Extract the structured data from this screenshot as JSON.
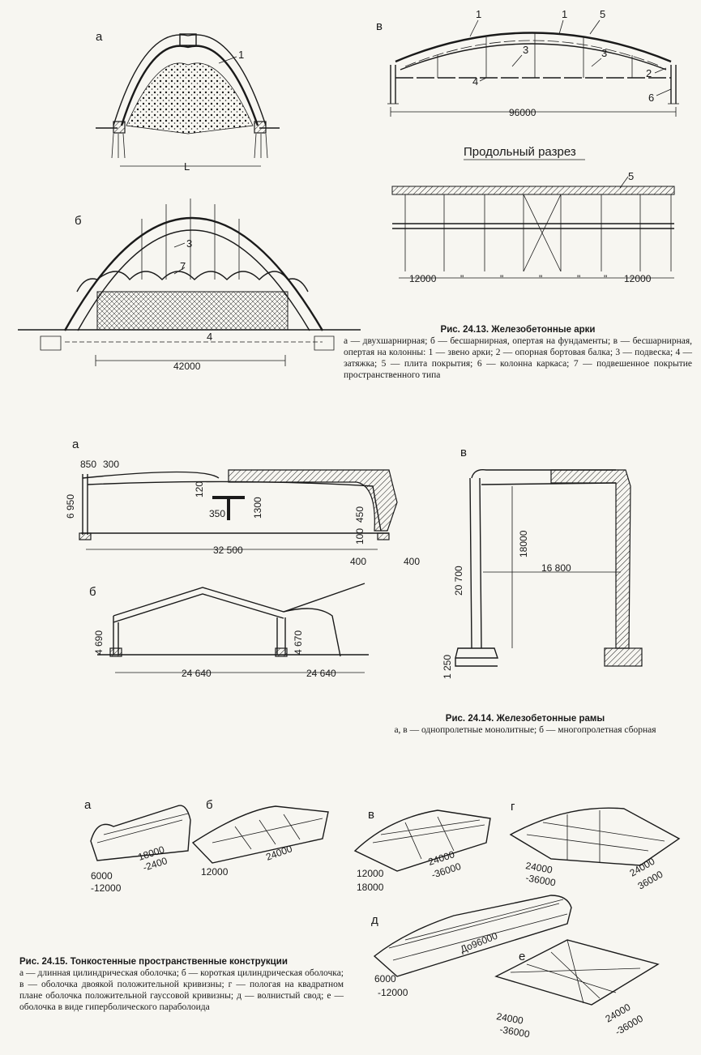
{
  "fig13": {
    "a": {
      "letter": "а",
      "callout1": "1",
      "span": "L"
    },
    "b": {
      "letter": "б",
      "callout3": "3",
      "callout7": "7",
      "callout4": "4",
      "span": "42000"
    },
    "v": {
      "letter": "в",
      "callouts": [
        "1",
        "1",
        "5",
        "3",
        "3",
        "4",
        "2",
        "6"
      ],
      "span": "96000",
      "section_title": "Продольный разрез",
      "callout5": "5",
      "bay_left": "12000",
      "bay_marks": [
        "\"",
        "\"",
        "\"",
        "\"",
        "\"",
        "\""
      ],
      "bay_right": "12000"
    },
    "caption": {
      "title": "Рис. 24.13. Железобетонные арки",
      "body": "а — двухшарнирная; б — бесшарнирная, опертая на фундаменты; в — бесшарнирная, опертая на колонны: 1 — звено арки; 2 — опорная бортовая балка; 3 — подвеска; 4 — затяжка; 5 — плита покрытия; 6 — колонна каркаса; 7 — подвешенное покрытие пространственного типа"
    }
  },
  "fig14": {
    "a": {
      "letter": "а",
      "d1": "850",
      "d2": "300",
      "height": "6 950",
      "beam_t": "120",
      "beam_h": "1300",
      "beam_w": "350",
      "d450": "450",
      "d100": "100",
      "span": "32 500",
      "d400a": "400",
      "d400b": "400"
    },
    "b": {
      "letter": "б",
      "h1": "4 690",
      "h2": "4 670",
      "span1": "24 640",
      "span2": "24 640"
    },
    "v": {
      "letter": "в",
      "height": "20 700",
      "inner": "18000",
      "span": "16 800",
      "base": "1 250"
    },
    "caption": {
      "title": "Рис. 24.14. Железобетонные рамы",
      "body": "а,  в — однопролетные  монолитные;  б — многопролетная сборная"
    }
  },
  "fig15": {
    "a": {
      "letter": "а",
      "d1": "18000",
      "d2": "-2400",
      "d3": "6000",
      "d4": "-12000"
    },
    "b": {
      "letter": "б",
      "d1": "24000",
      "d2": "12000"
    },
    "v": {
      "letter": "в",
      "d1": "24000",
      "d2": "-36000",
      "d3": "12000",
      "d4": "18000"
    },
    "g": {
      "letter": "г",
      "d1": "24000",
      "d2": "-36000",
      "d3": "24000",
      "d4": "36000"
    },
    "d": {
      "letter": "д",
      "d1": "До96000",
      "d2": "6000",
      "d3": "-12000"
    },
    "e": {
      "letter": "е",
      "d1": "24000",
      "d2": "-36000",
      "d3": "24000",
      "d4": "-36000"
    },
    "caption": {
      "title": "Рис. 24.15. Тонкостенные пространственные конструкции",
      "body": "а — длинная цилиндрическая оболочка; б — короткая цилиндрическая оболочка; в — оболочка двоякой положительной кривизны; г — пологая на квадратном плане оболочка положительной гауссовой кривизны; д — волнистый свод; е — оболочка в виде гиперболического параболоида"
    }
  }
}
